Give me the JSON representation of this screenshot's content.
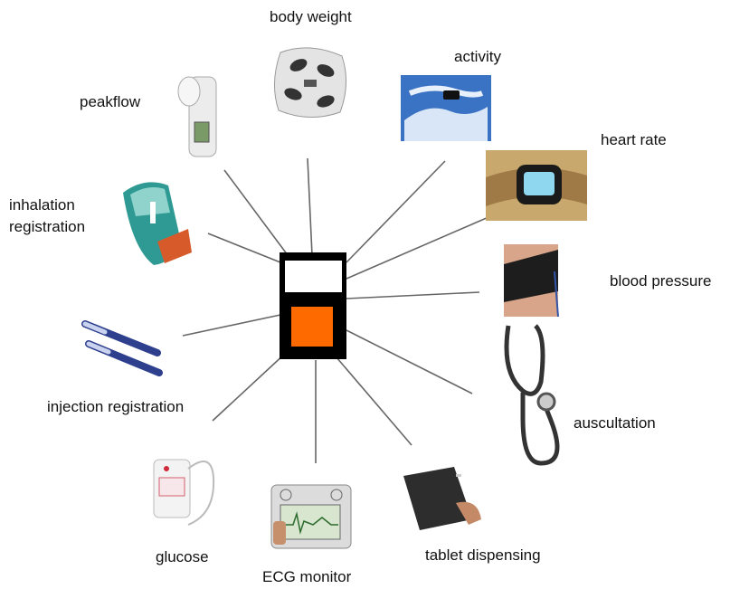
{
  "labels": {
    "body_weight": "body weight",
    "activity": "activity",
    "peakflow": "peakflow",
    "heart_rate": "heart rate",
    "inhalation_line1": "inhalation",
    "inhalation_line2": "registration",
    "blood_pressure": "blood pressure",
    "injection": "injection registration",
    "auscultation": "auscultation",
    "glucose": "glucose",
    "ecg": "ECG monitor",
    "tablet": "tablet dispensing"
  },
  "colors": {
    "hub_body": "#000000",
    "hub_screen": "#ffffff",
    "hub_button": "#ff6a00",
    "spoke": "#555555"
  },
  "devices": [
    "weighing-scale-icon",
    "activity-band-icon",
    "peakflow-meter-icon",
    "heart-rate-watch-icon",
    "inhaler-icon",
    "blood-pressure-cuff-icon",
    "injection-pen-icon",
    "stethoscope-icon",
    "glucose-meter-icon",
    "ecg-monitor-icon",
    "tablet-dispenser-icon"
  ]
}
